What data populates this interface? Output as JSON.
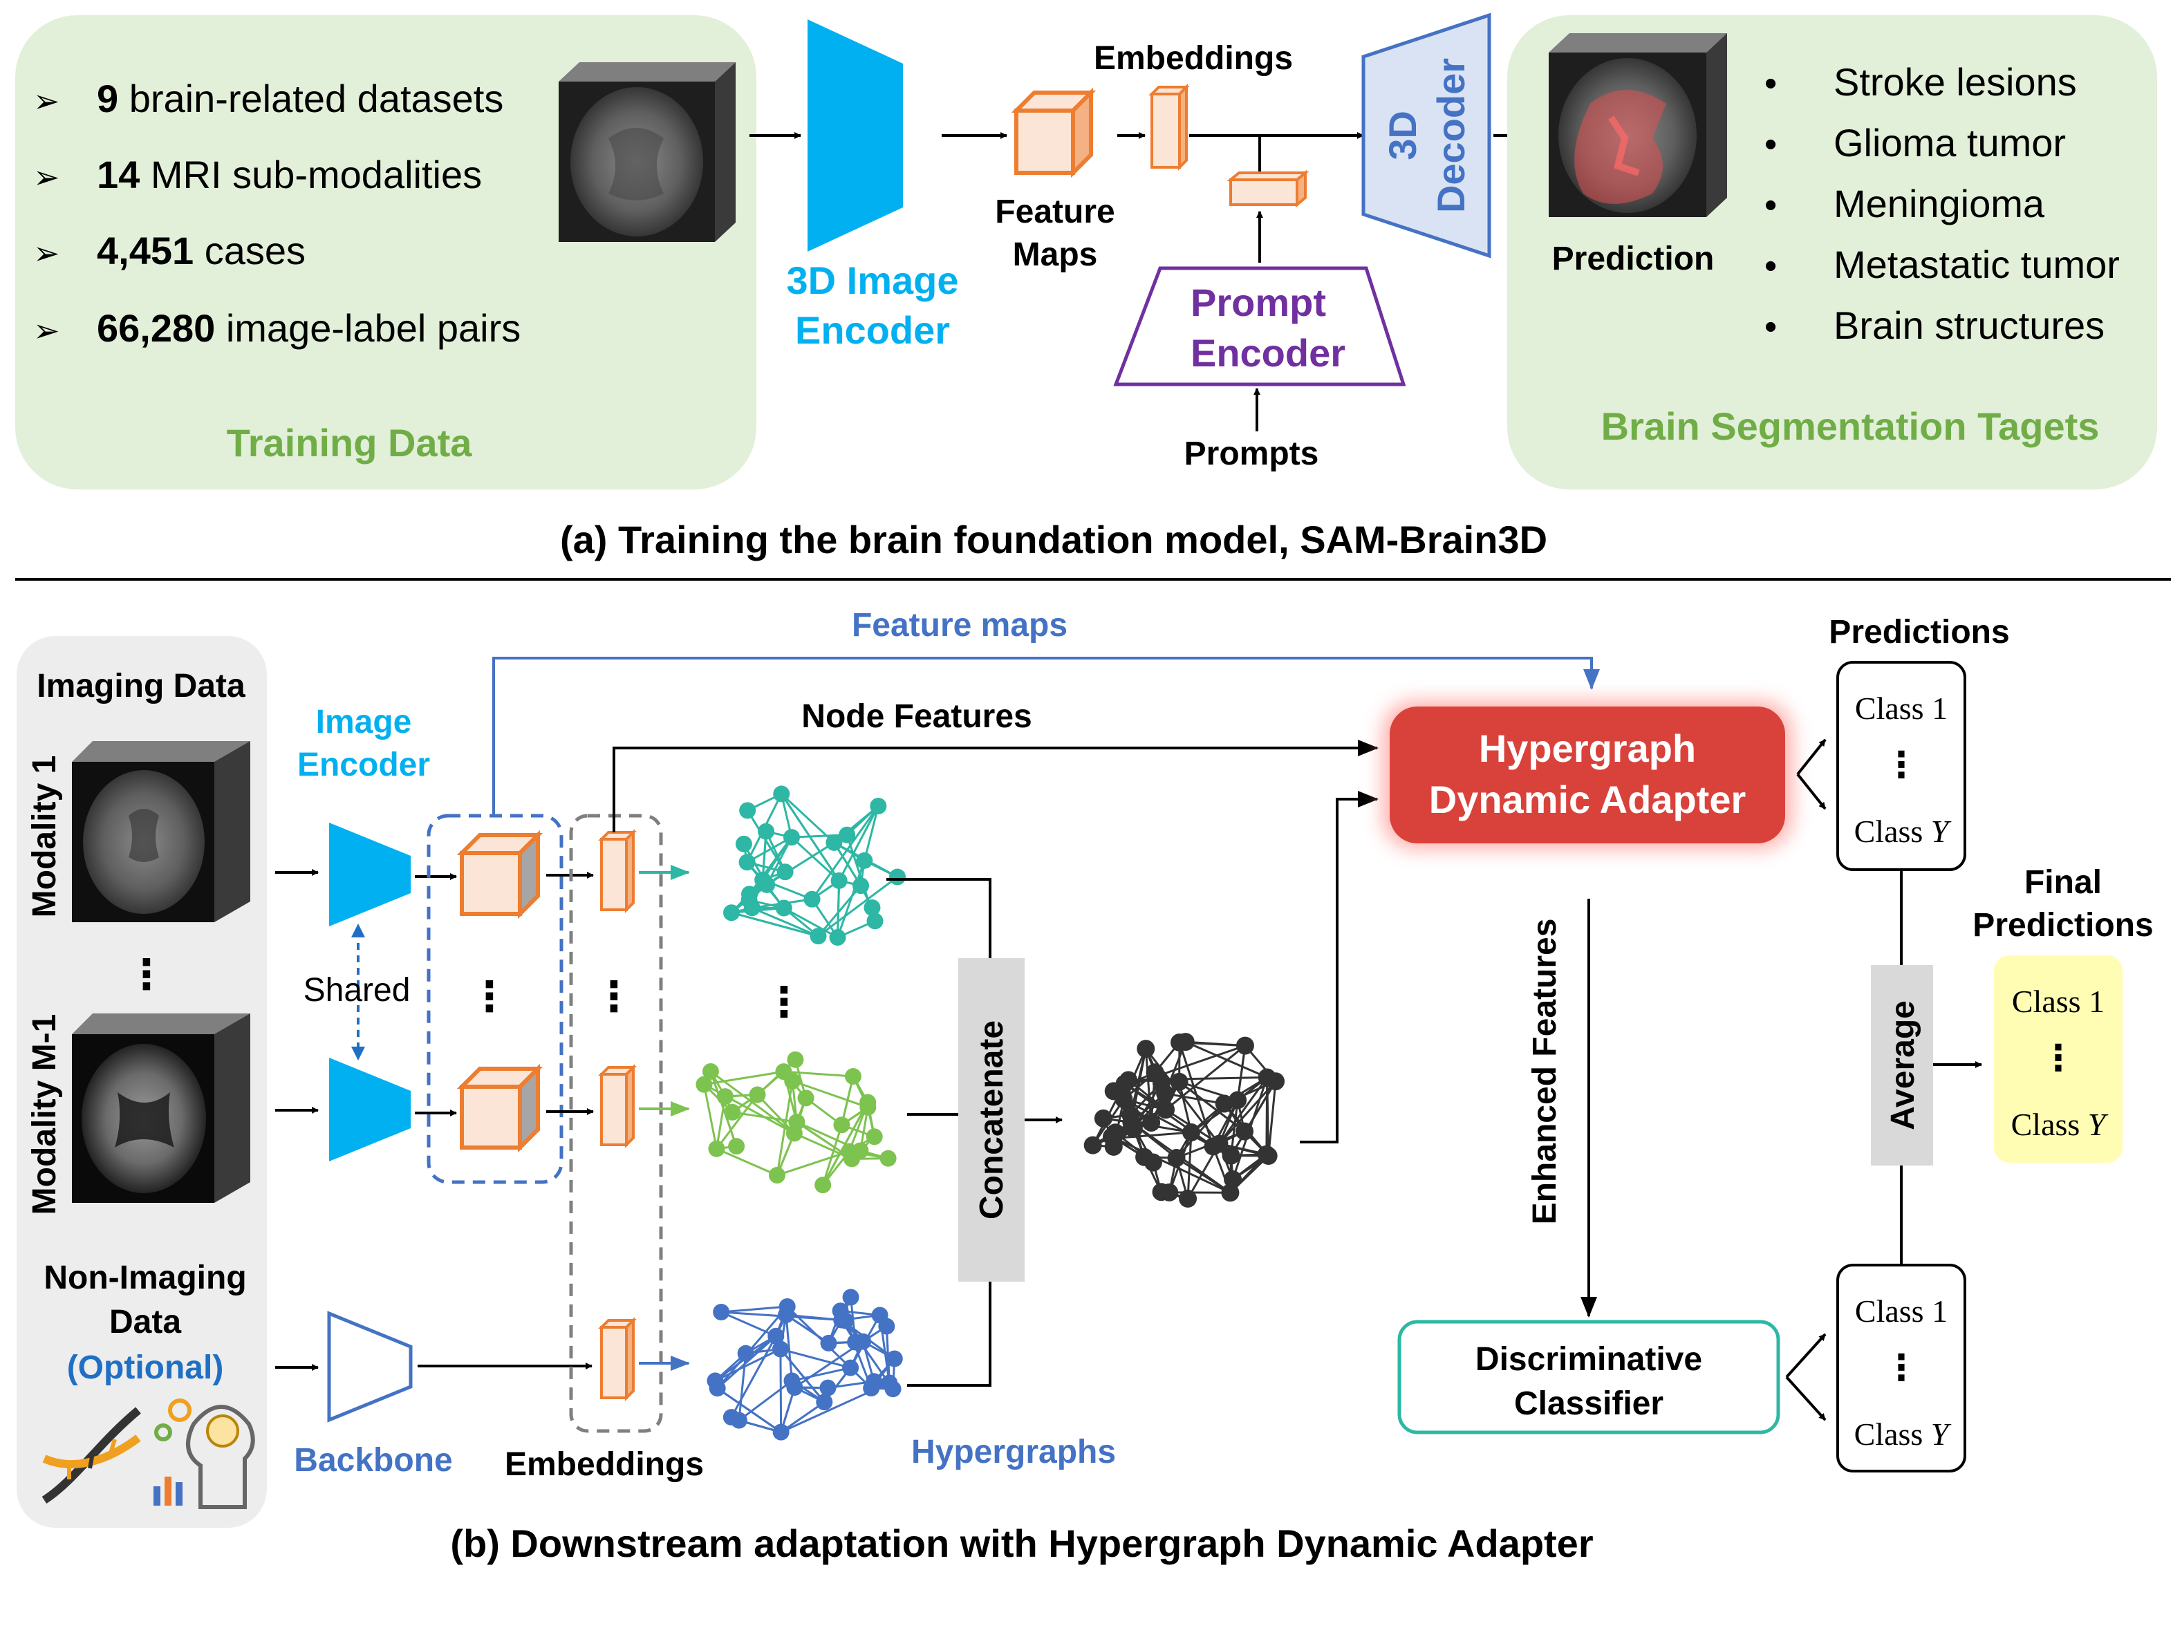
{
  "training_data": {
    "items": [
      {
        "value": "9",
        "text": " brain-related datasets"
      },
      {
        "value": "14",
        "text": " MRI sub-modalities"
      },
      {
        "value": "4,451",
        "text": " cases"
      },
      {
        "value": "66,280",
        "text": " image-label pairs"
      }
    ],
    "bullet": "➢",
    "title": "Training Data"
  },
  "part_a": {
    "encoder_line1": "3D Image",
    "encoder_line2": "Encoder",
    "feature_maps_line1": "Feature",
    "feature_maps_line2": "Maps",
    "embeddings": "Embeddings",
    "decoder_line1": "3D",
    "decoder_line2": "Decoder",
    "prompt_encoder_line1": "Prompt",
    "prompt_encoder_line2": "Encoder",
    "prompts": "Prompts",
    "prediction": "Prediction",
    "caption": "(a)  Training the brain foundation model, SAM-Brain3D"
  },
  "targets": {
    "items": [
      "Stroke lesions",
      "Glioma tumor",
      "Meningioma",
      "Metastatic tumor",
      "Brain structures"
    ],
    "bullet": "•",
    "title": "Brain Segmentation Tagets"
  },
  "part_b": {
    "imaging_data": "Imaging Data",
    "modality_1": "Modality 1",
    "modality_m1": "Modality M-1",
    "non_imaging_line1": "Non-Imaging",
    "non_imaging_line2": "Data",
    "optional": "(Optional)",
    "image_encoder_line1": "Image",
    "image_encoder_line2": "Encoder",
    "shared": "Shared",
    "backbone": "Backbone",
    "embeddings": "Embeddings",
    "feature_maps": "Feature maps",
    "node_features": "Node Features",
    "hypergraphs": "Hypergraphs",
    "concatenate": "Concatenate",
    "adapter_line1": "Hypergraph",
    "adapter_line2": "Dynamic Adapter",
    "enhanced_features": "Enhanced Features",
    "classifier_line1": "Discriminative",
    "classifier_line2": "Classifier",
    "predictions": "Predictions",
    "class_1": "Class 1",
    "class_y_prefix": "Class ",
    "class_y_var": "Y",
    "average": "Average",
    "final_line1": "Final",
    "final_line2": "Predictions",
    "caption": "(b)  Downstream adaptation with Hypergraph Dynamic Adapter",
    "ellipsis": "⋮"
  },
  "colors": {
    "green_box": "#e2efd9",
    "green_text": "#70ad47",
    "cyan": "#00b0f0",
    "orange": "#ed7d31",
    "orange_fill": "#fbe5d6",
    "blue": "#4472c4",
    "purple": "#7030a0",
    "red": "#d9423b",
    "teal": "#2db7a4",
    "light_green": "#7dc34f",
    "dark_node": "#333333",
    "gray_box": "#d9d9d9",
    "yellow": "#fffdb3"
  }
}
